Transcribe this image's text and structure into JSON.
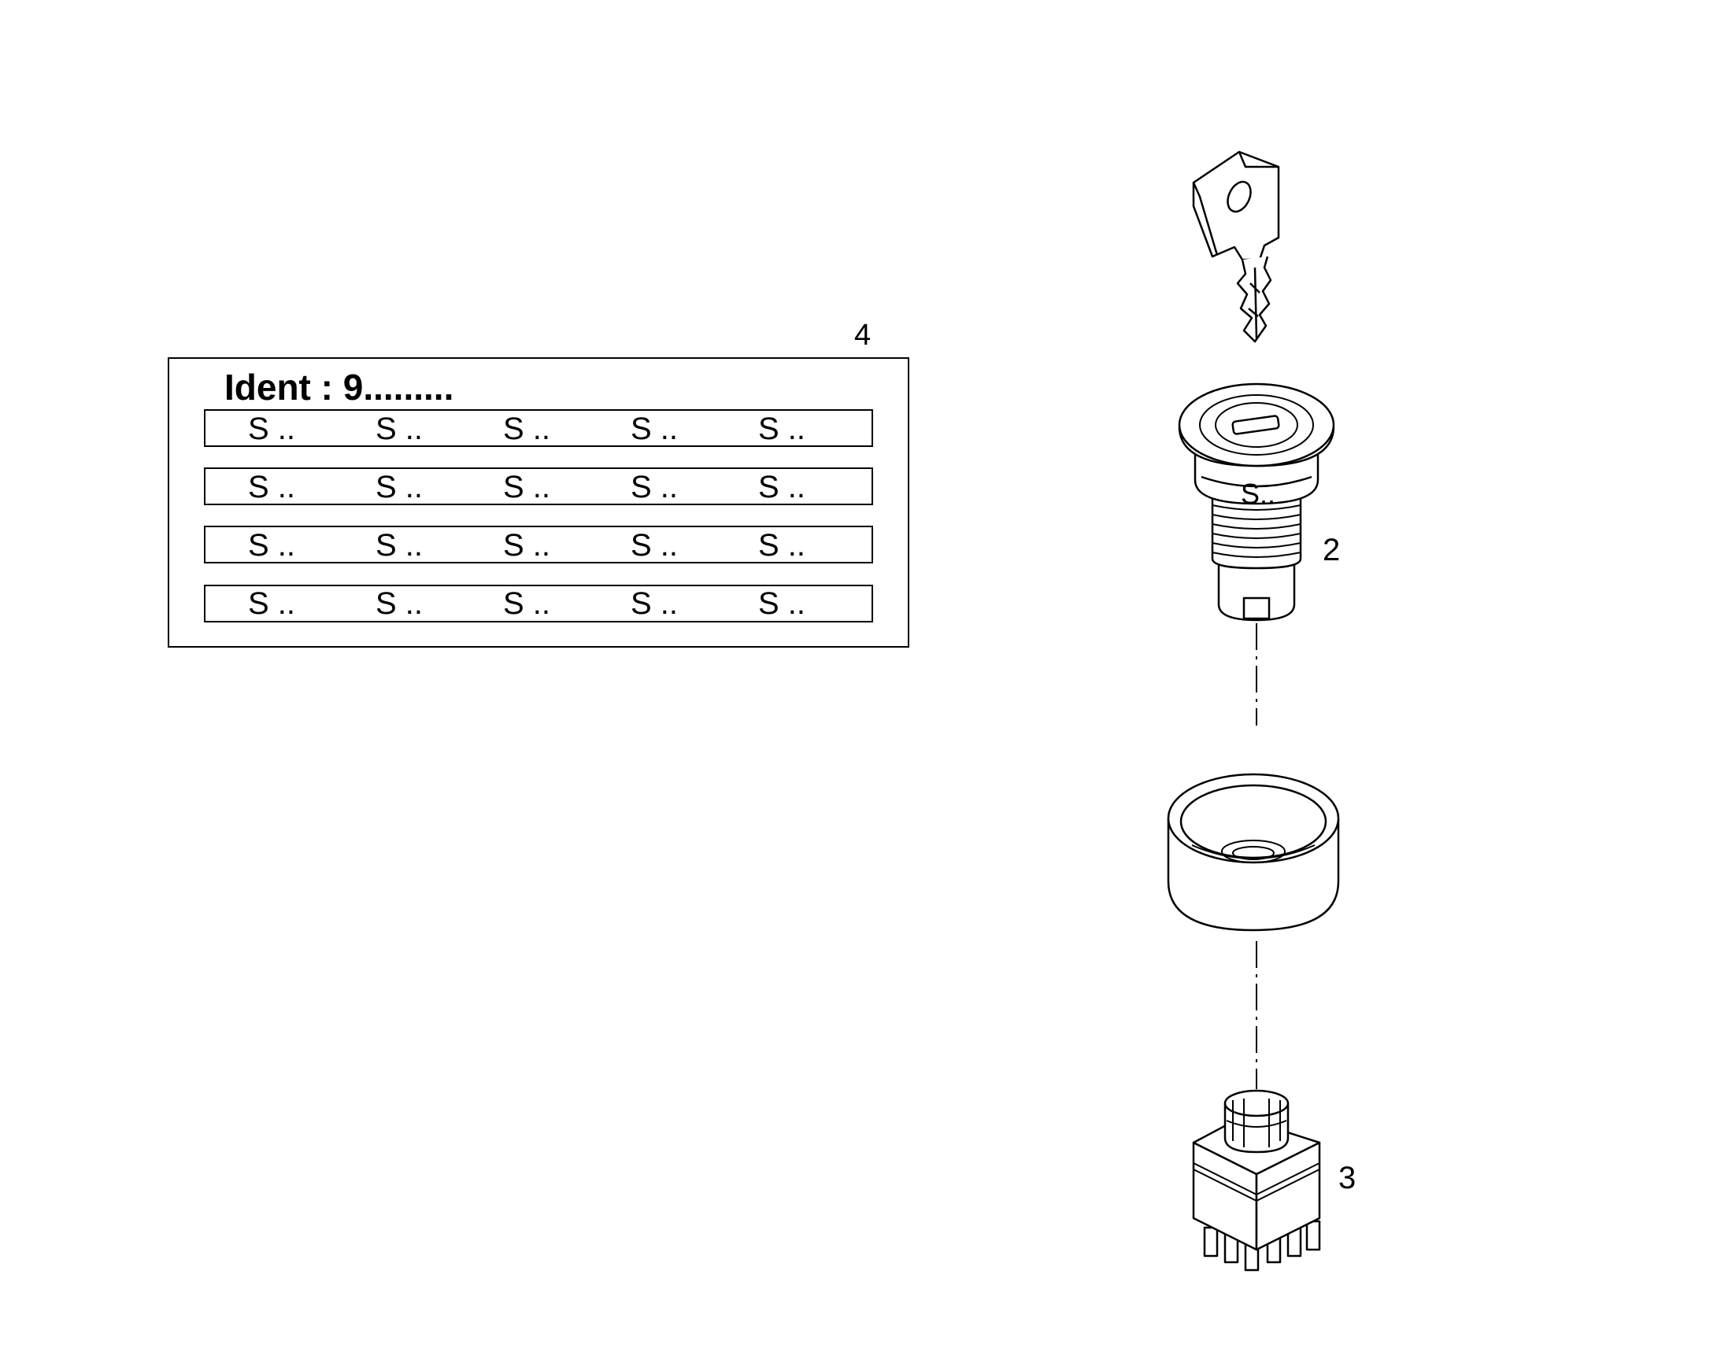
{
  "label_card": {
    "callout": "4",
    "title": "Ident : 9.........",
    "rows": [
      [
        "S ..",
        "S ..",
        "S ..",
        "S ..",
        "S .."
      ],
      [
        "S ..",
        "S ..",
        "S ..",
        "S ..",
        "S .."
      ],
      [
        "S ..",
        "S ..",
        "S ..",
        "S ..",
        "S .."
      ],
      [
        "S ..",
        "S ..",
        "S ..",
        "S ..",
        "S .."
      ]
    ]
  },
  "parts": {
    "lock_cylinder": {
      "callout": "2",
      "marking": "S.."
    },
    "switch_block": {
      "callout": "3"
    }
  },
  "colors": {
    "line": "#000000",
    "background": "#ffffff"
  }
}
